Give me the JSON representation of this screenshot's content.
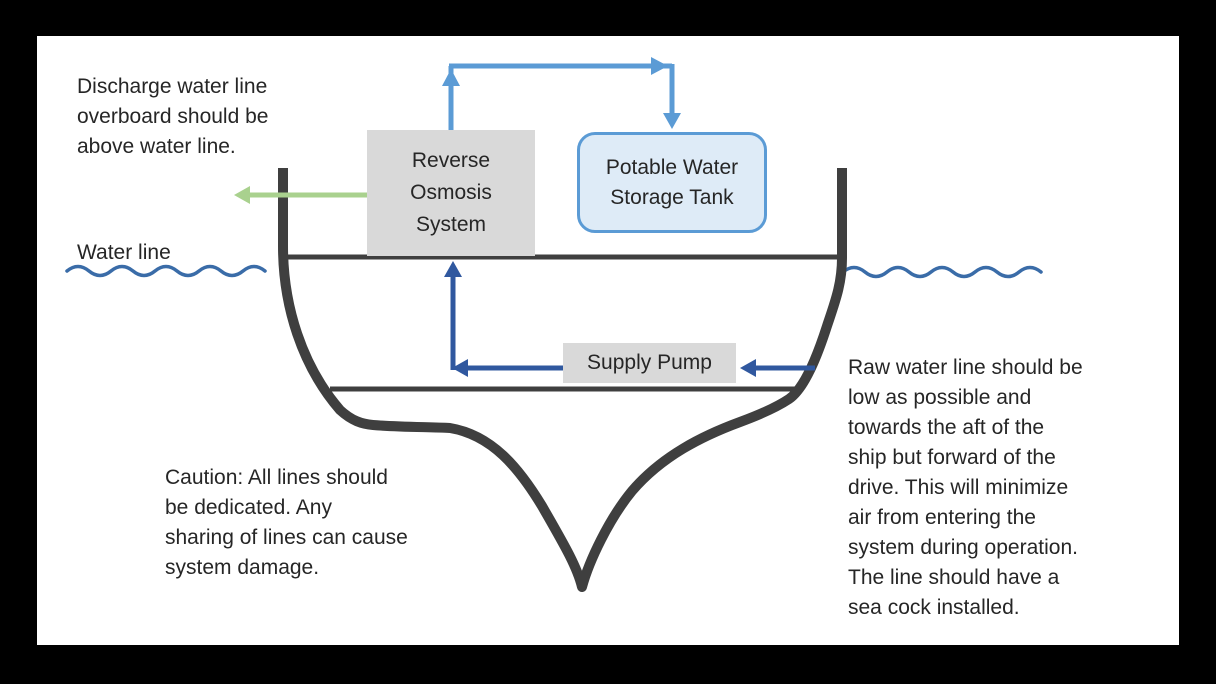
{
  "diagram": {
    "nodes": {
      "reverse_osmosis": {
        "label": "Reverse\nOsmosis\nSystem"
      },
      "storage_tank": {
        "label": "Potable Water\nStorage Tank"
      },
      "supply_pump": {
        "label": "Supply Pump"
      }
    },
    "labels": {
      "water_line": "Water line"
    },
    "notes": {
      "discharge": "Discharge water line\noverboard should be\nabove water line.",
      "caution": "Caution: All lines should\nbe dedicated. Any\nsharing of lines can cause\nsystem damage.",
      "raw_water": "Raw water line should be\nlow as possible and\ntowards the aft of the\nship but forward of the\ndrive. This will minimize\nair from entering the\nsystem during operation.\nThe line should have a\nsea cock installed."
    },
    "colors": {
      "potable_flow_blue": "#5B9BD5",
      "supply_flow_dark_blue": "#30589F",
      "discharge_green": "#A9D18E",
      "wave_blue": "#3A6CA8",
      "hull_gray": "#3F3F3F",
      "node_gray_fill": "#D9D9D9",
      "tank_fill": "#DEEBF7",
      "tank_border": "#5B9BD5",
      "text": "#262626"
    }
  }
}
